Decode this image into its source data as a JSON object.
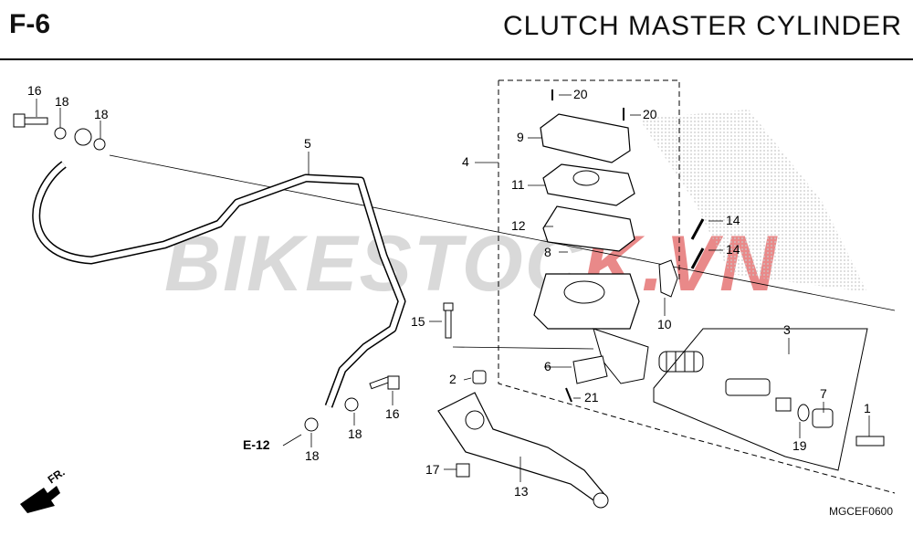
{
  "header": {
    "section_code": "F-6",
    "title": "CLUTCH  MASTER  CYLINDER"
  },
  "watermark": {
    "text_gray": "BIKESTOC",
    "text_red": "K.VN"
  },
  "part_labels": {
    "p1": "1",
    "p2": "2",
    "p3": "3",
    "p4": "4",
    "p5": "5",
    "p6": "6",
    "p7": "7",
    "p8": "8",
    "p9": "9",
    "p10": "10",
    "p11": "11",
    "p12": "12",
    "p13": "13",
    "p14a": "14",
    "p14b": "14",
    "p15": "15",
    "p16a": "16",
    "p16b": "16",
    "p17": "17",
    "p18a": "18",
    "p18b": "18",
    "p18c": "18",
    "p18d": "18",
    "p19": "19",
    "p20a": "20",
    "p20b": "20",
    "p21": "21"
  },
  "refs": {
    "e12": "E-12",
    "fr": "FR.",
    "diagram_code": "MGCEF0600"
  }
}
